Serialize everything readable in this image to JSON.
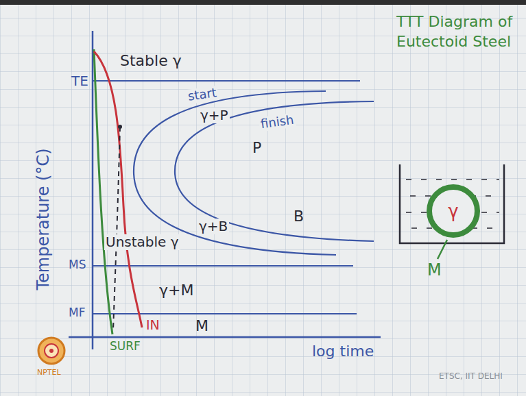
{
  "diagram": {
    "nodes": [
      {
        "text": [
          "γ"
        ]
      }
    ],
    "labels": [
      "Stable γ",
      "TE",
      "start",
      "γ+P",
      "finish",
      "P",
      "B",
      "γ+B",
      "Unstable γ",
      "MS",
      "γ+M",
      "MF",
      "IN",
      "M",
      "SURF",
      "Temperature (°C)",
      "log time",
      "TTT Diagram of Eutectoid Steel",
      "M",
      "NPTEL",
      "ETSC, IIT DELHI"
    ]
  }
}
